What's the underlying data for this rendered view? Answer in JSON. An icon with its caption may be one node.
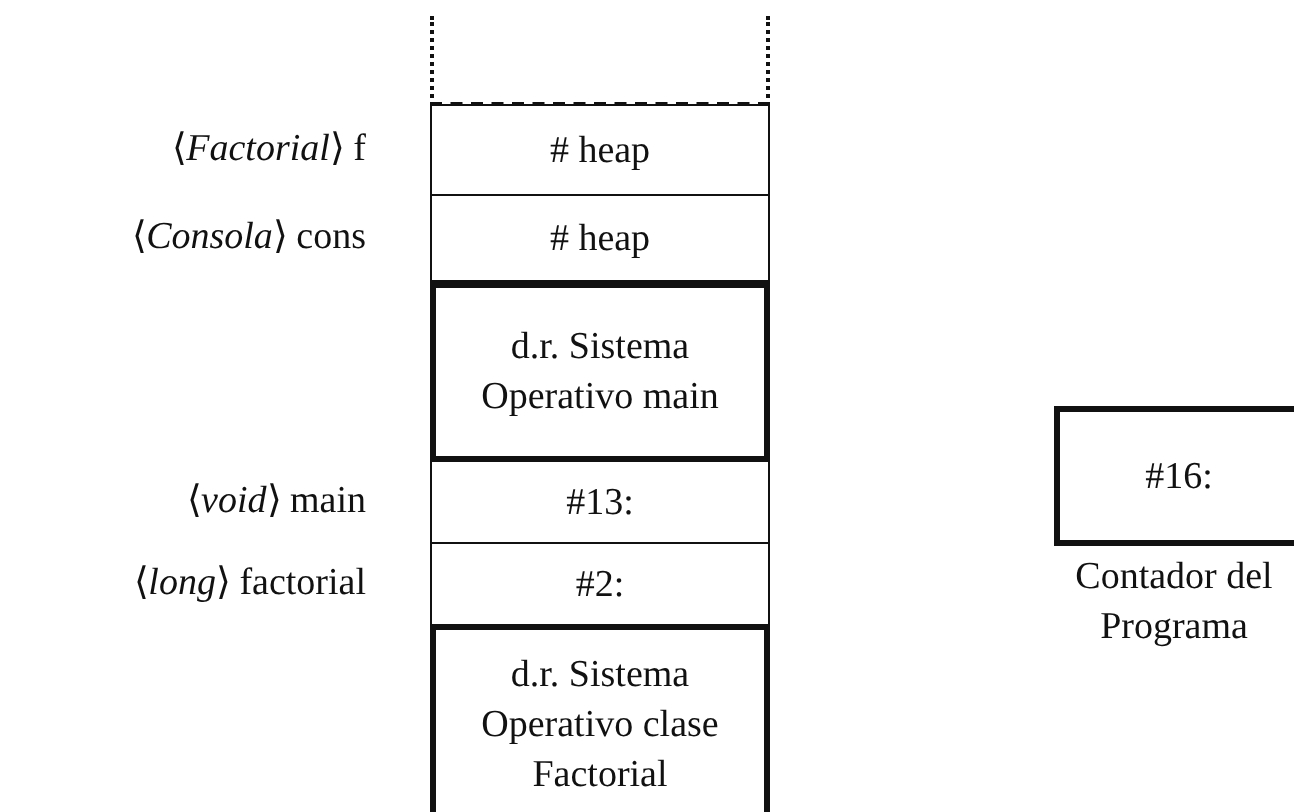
{
  "diagram": {
    "nodes": [
      {
        "text": [],
        "shape": "box"
      },
      {
        "text": [
          "# heap"
        ],
        "beside": [
          "⟨*Factorial*⟩ f"
        ]
      },
      {
        "text": [
          "# heap"
        ],
        "beside": [
          "⟨*Consola*⟩ cons"
        ]
      },
      {
        "text": [
          "d.r. Sistema Operativo main"
        ]
      },
      {
        "text": [
          "#13:"
        ],
        "beside": [
          "⟨*void*⟩ main"
        ]
      },
      {
        "text": [
          "#2:"
        ],
        "beside": [
          "⟨*long*⟩ factorial"
        ]
      },
      {
        "text": [
          "d.r. Sistema Operativo clase Factorial"
        ]
      },
      {
        "text": [
          "#16:"
        ],
        "beside": [
          "Contador del Programa"
        ]
      }
    ]
  }
}
